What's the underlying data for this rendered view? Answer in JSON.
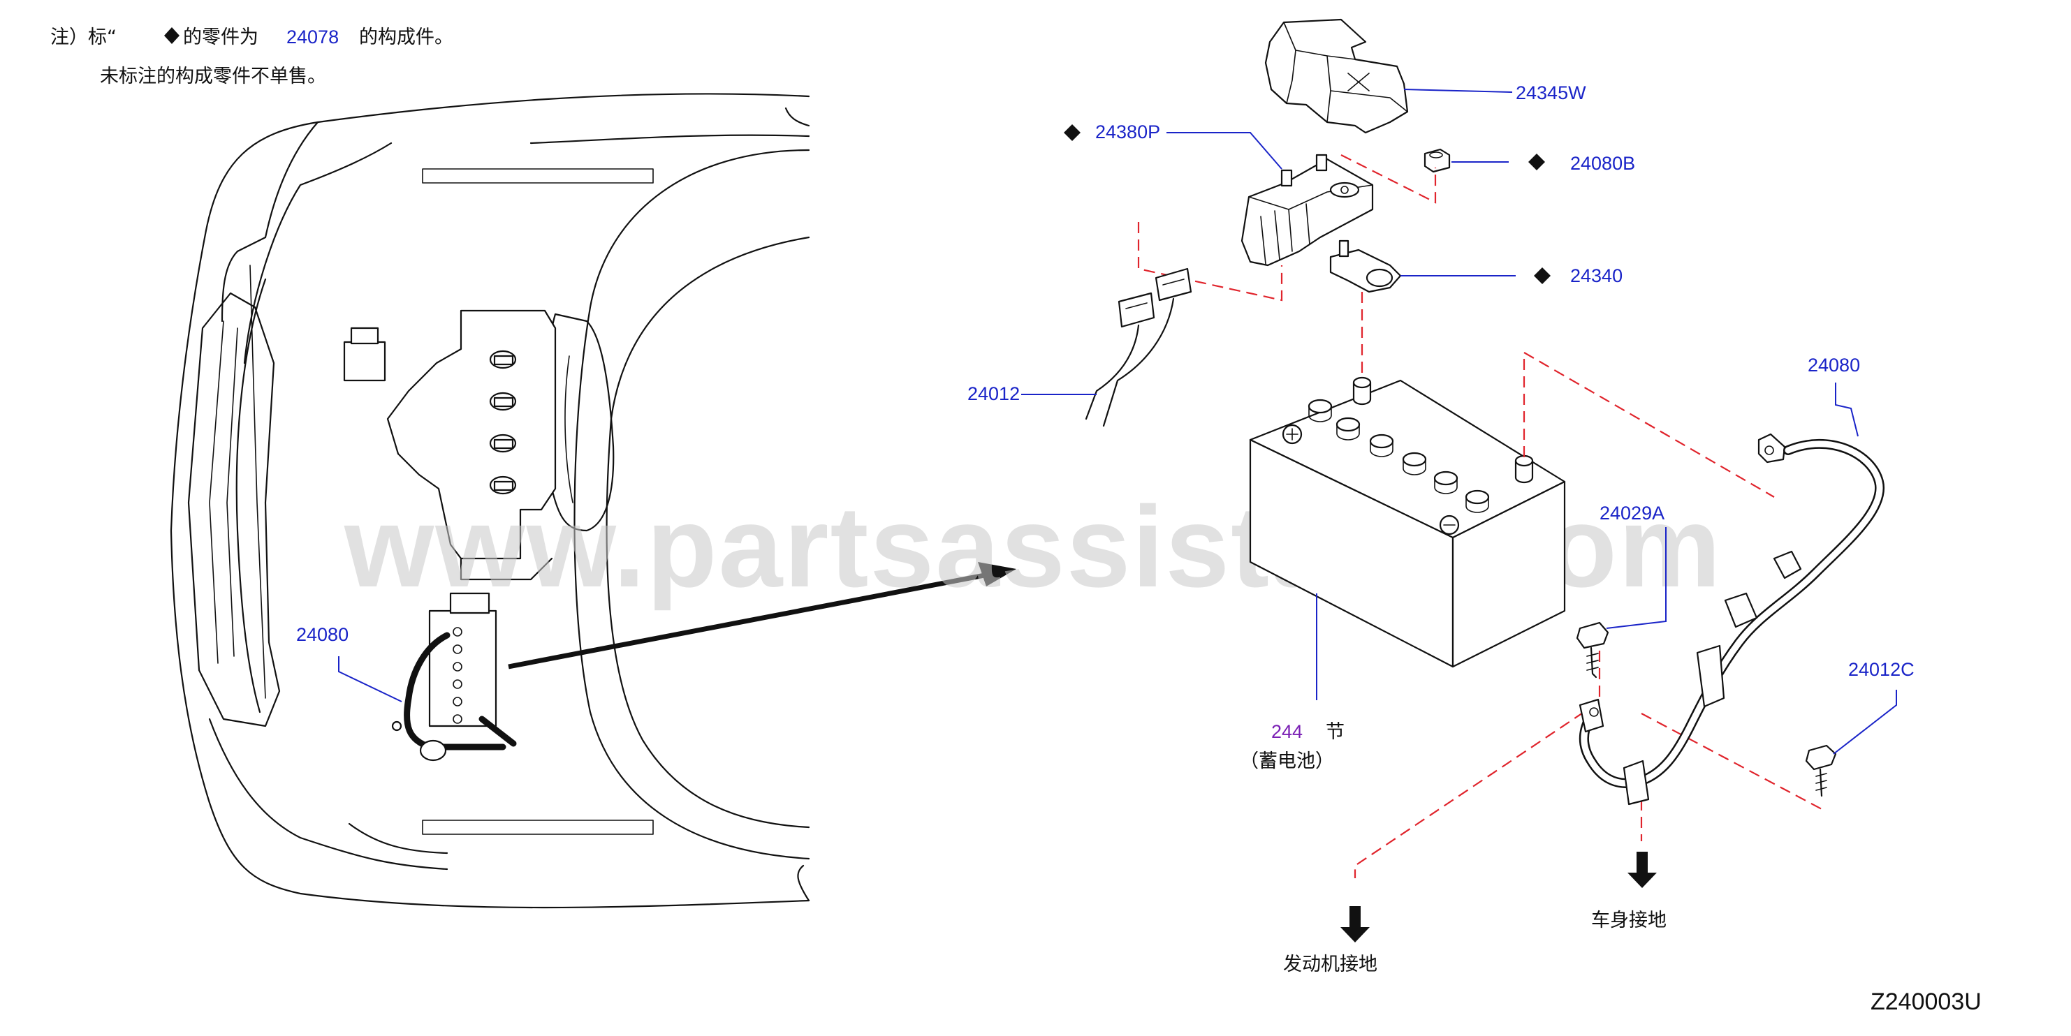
{
  "notes": {
    "line1_prefix": "注）标“",
    "line1_middle": "的零件为",
    "line1_part": "24078",
    "line1_suffix": "的构成件。",
    "line2": "未标注的构成零件不单售。"
  },
  "watermark": "www.partsassistant.com",
  "parts": {
    "cover": "24345W",
    "fuse_link": "24380P",
    "nut": "24080B",
    "terminal": "24340",
    "harness": "24012",
    "battery_cable": "24080",
    "battery_cable_left": "24080",
    "bolt": "24029A",
    "clip_bolt": "24012C",
    "battery_code": "244",
    "battery_section": "节",
    "battery_name": "（蓄电池）"
  },
  "labels": {
    "body_ground": "车身接地",
    "engine_ground": "发动机接地"
  },
  "diagram_code": "Z240003U",
  "colors": {
    "part_number": "#1a24c8",
    "section_number": "#7a1fb4",
    "dashed_line": "#e0242c",
    "line_art": "#111111"
  },
  "icons": {
    "marker": "diamond-icon",
    "ground_arrow": "arrow-down-icon"
  }
}
